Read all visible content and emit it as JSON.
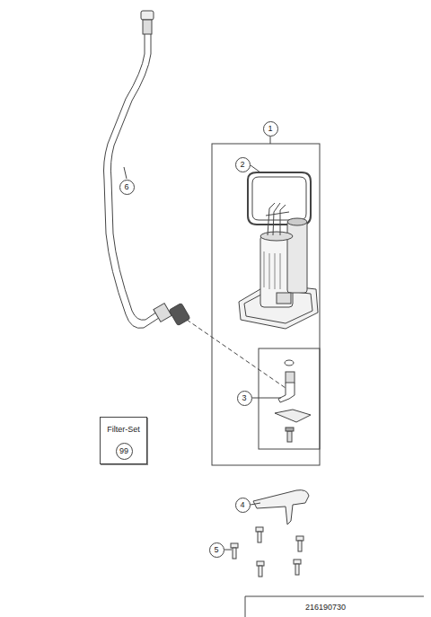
{
  "diagram": {
    "nodes": [
      {
        "text": [
          "1"
        ]
      },
      {
        "text": [
          "2"
        ]
      },
      {
        "text": [
          "6"
        ]
      },
      {
        "text": [
          "3"
        ]
      },
      {
        "text": [
          "Filter-Set"
        ]
      },
      {
        "text": [
          "99"
        ],
        "in": 4
      },
      {
        "text": [
          "4"
        ]
      },
      {
        "text": [
          "5"
        ]
      }
    ],
    "labels": [
      "216190730"
    ]
  }
}
